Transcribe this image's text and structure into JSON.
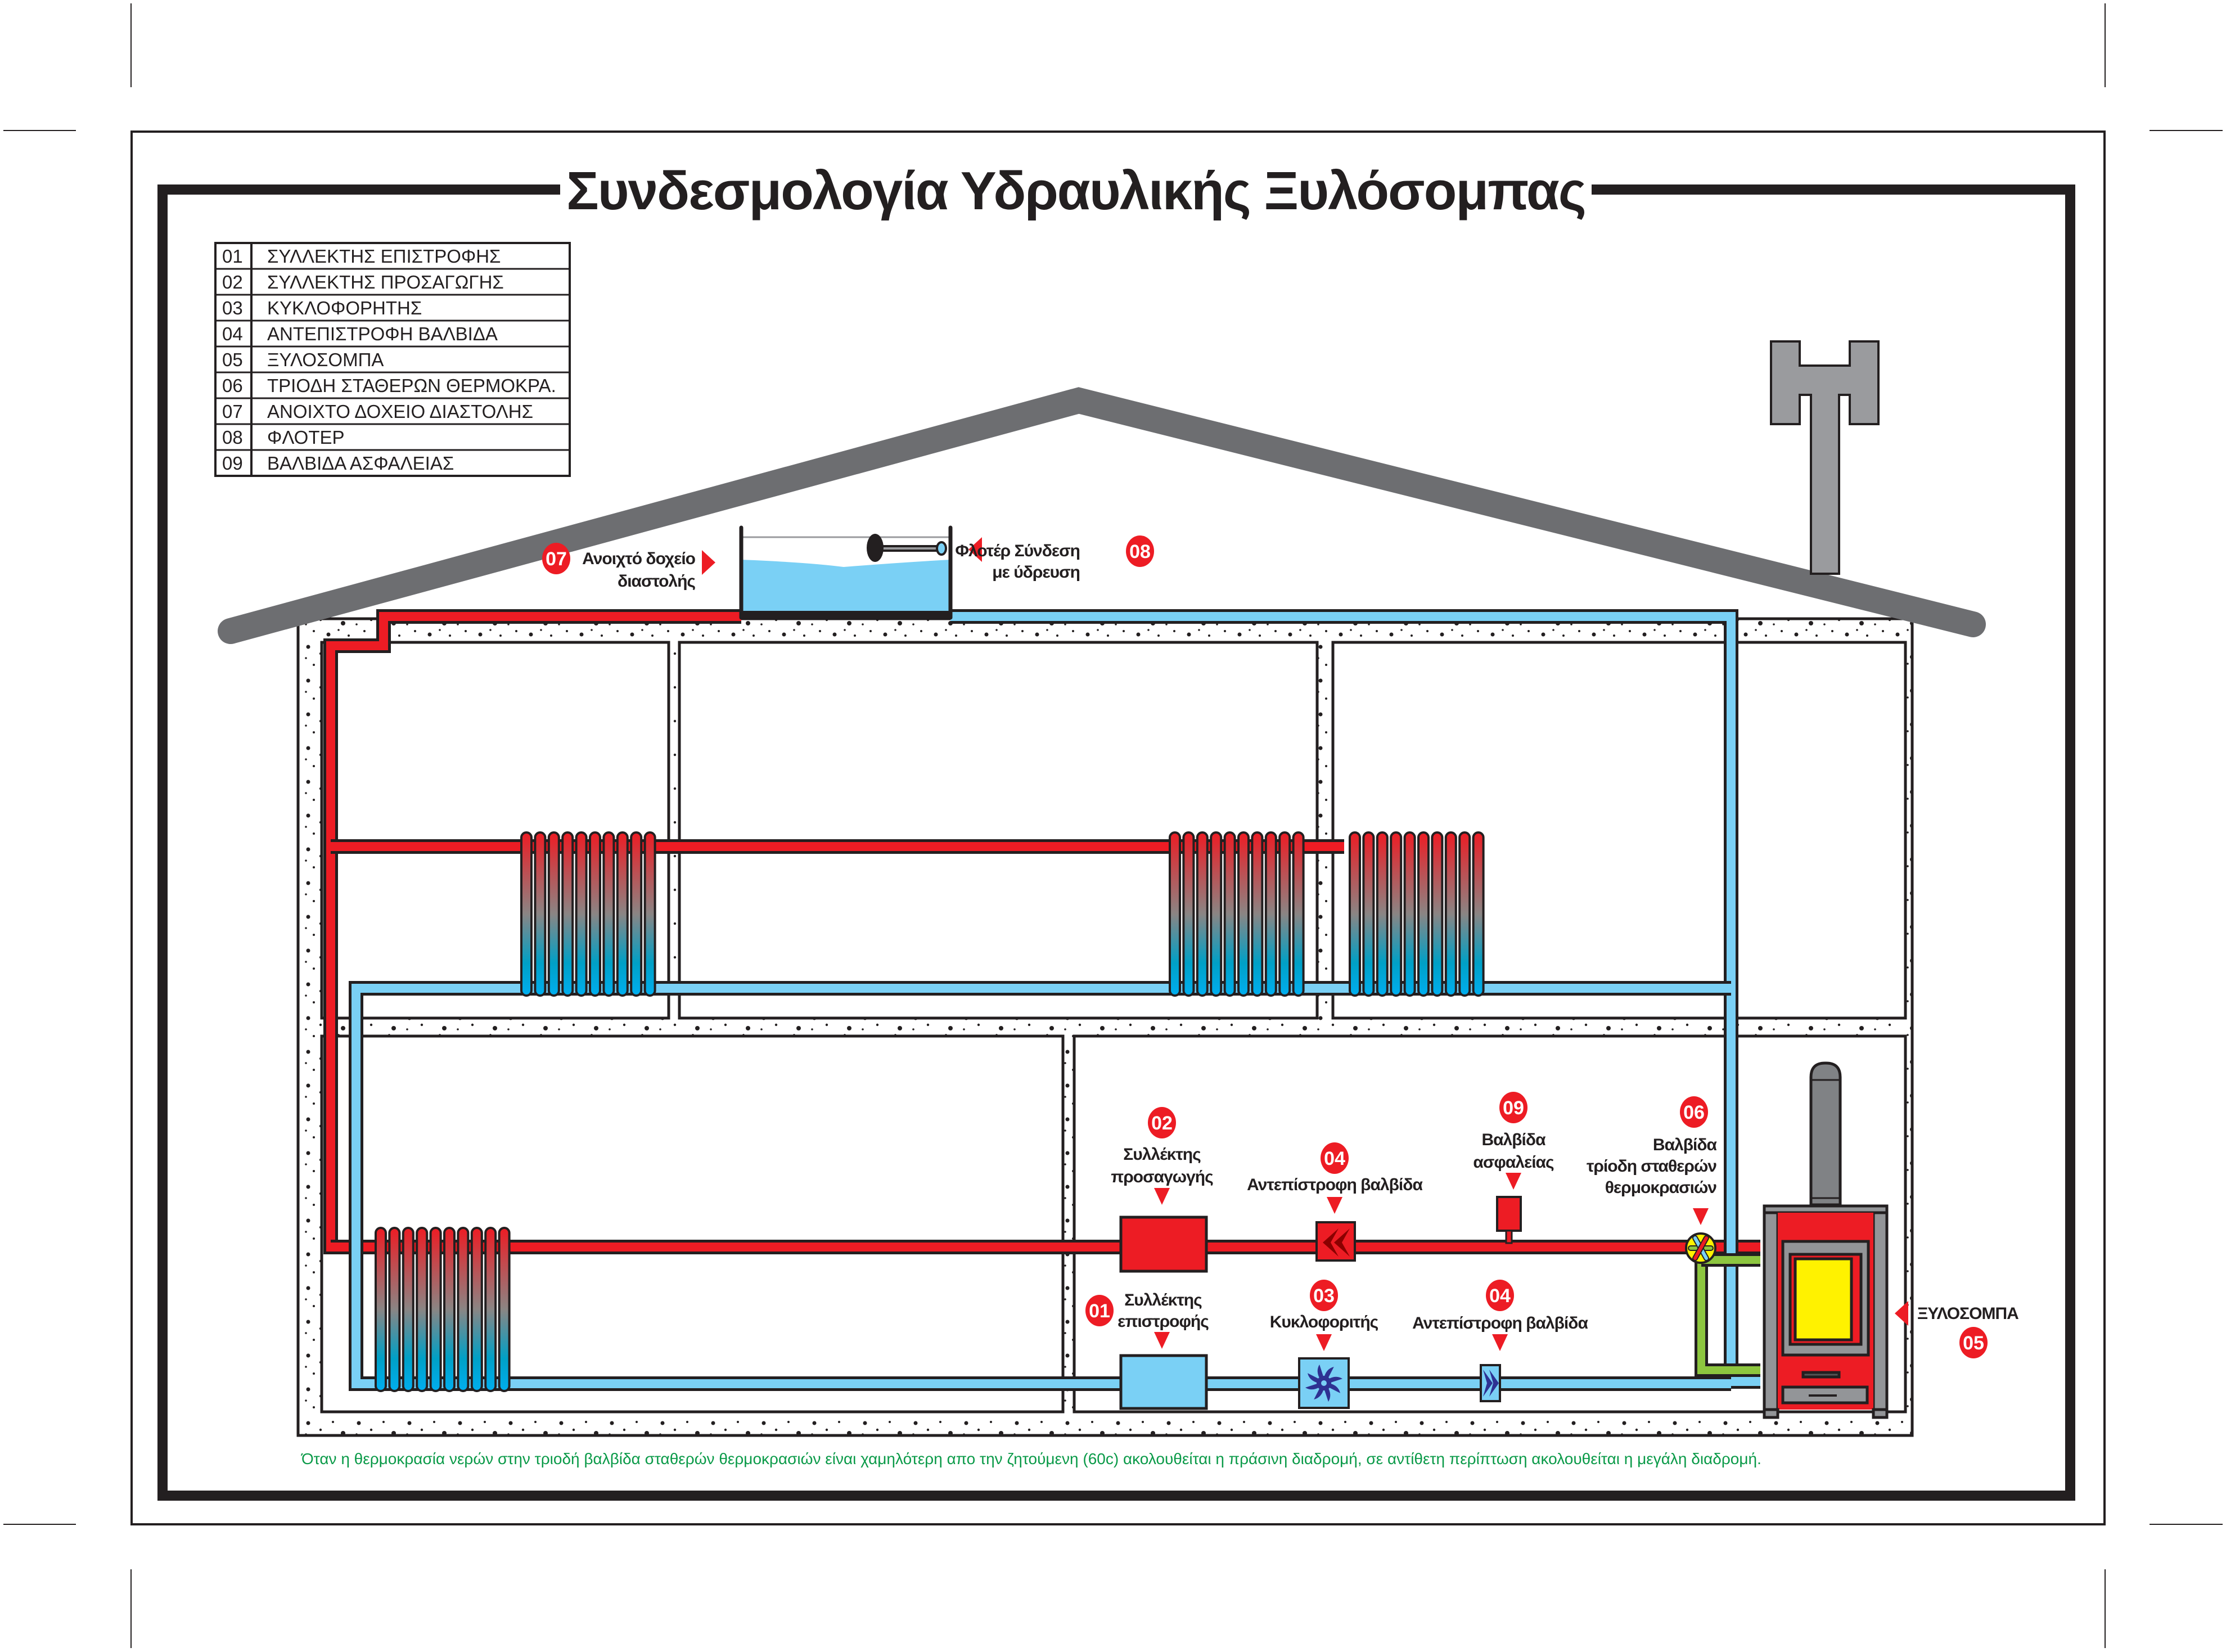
{
  "title": "Συνδεσμολογία Υδραυλικής Ξυλόσομπας",
  "colors": {
    "hot": "#ed1c24",
    "cold": "#7ad0f5",
    "green": "#8dc63f",
    "roof": "#6d6e71",
    "chimney": "#9a9b9e",
    "stove_body": "#ed1c24",
    "stove_frame": "#939598",
    "fire": "#fff200",
    "outline": "#231f20",
    "note": "#0a9a48",
    "pump_icon": "#2e3192"
  },
  "legend": [
    {
      "num": "01",
      "label": "ΣΥΛΛΕΚΤΗΣ ΕΠΙΣΤΡΟΦΗΣ"
    },
    {
      "num": "02",
      "label": "ΣΥΛΛΕΚΤΗΣ ΠΡΟΣΑΓΩΓΗΣ"
    },
    {
      "num": "03",
      "label": "ΚΥΚΛΟΦΟΡΗΤΗΣ"
    },
    {
      "num": "04",
      "label": "ΑΝΤΕΠΙΣΤΡΟΦΗ ΒΑΛΒΙΔΑ"
    },
    {
      "num": "05",
      "label": "ΞΥΛΟΣΟΜΠΑ"
    },
    {
      "num": "06",
      "label": "ΤΡΙΟΔΗ ΣΤΑΘΕΡΩΝ ΘΕΡΜΟΚΡΑ."
    },
    {
      "num": "07",
      "label": "ΑΝΟΙΧΤΟ ΔΟΧΕΙΟ ΔΙΑΣΤΟΛΗΣ"
    },
    {
      "num": "08",
      "label": "ΦΛΟΤΕΡ"
    },
    {
      "num": "09",
      "label": "ΒΑΛΒΙΔΑ ΑΣΦΑΛΕΙΑΣ"
    }
  ],
  "callouts": {
    "c07": {
      "num": "07",
      "lines": [
        "Ανοιχτό δοχείο",
        "διαστολής"
      ]
    },
    "c08": {
      "num": "08",
      "lines": [
        "Φλοτέρ Σύνδεση",
        "με ύδρευση"
      ]
    },
    "c02": {
      "num": "02",
      "lines": [
        "Συλλέκτης",
        "προσαγωγής"
      ]
    },
    "c04a": {
      "num": "04",
      "lines": [
        "Αντεπίστροφη βαλβίδα"
      ]
    },
    "c09": {
      "num": "09",
      "lines": [
        "Βαλβίδα",
        "ασφαλείας"
      ]
    },
    "c06": {
      "num": "06",
      "lines": [
        "Βαλβίδα",
        "τρίοδη σταθερών",
        "θερμοκρασιών"
      ]
    },
    "c01": {
      "num": "01",
      "lines": [
        "Συλλέκτης",
        "επιστροφής"
      ]
    },
    "c03": {
      "num": "03",
      "lines": [
        "Κυκλοφοριτής"
      ]
    },
    "c04b": {
      "num": "04",
      "lines": [
        "Αντεπίστροφη βαλβίδα"
      ]
    },
    "c05": {
      "num": "05",
      "lines": [
        "ΞΥΛΟΣΟΜΠΑ"
      ]
    }
  },
  "radiators": [
    {
      "id": "upper-left",
      "sections": 10
    },
    {
      "id": "upper-middle",
      "sections": 10
    },
    {
      "id": "upper-right",
      "sections": 10
    },
    {
      "id": "lower-left",
      "sections": 10
    }
  ],
  "note": "Όταν η θερμοκρασία νερών στην τριοδή βαλβίδα σταθερών θερμοκρασιών είναι χαμηλότερη απο την ζητούμενη (60c) ακολουθείται η πράσινη διαδρομή, σε αντίθετη περίπτωση ακολουθείται η μεγάλη διαδρομή."
}
